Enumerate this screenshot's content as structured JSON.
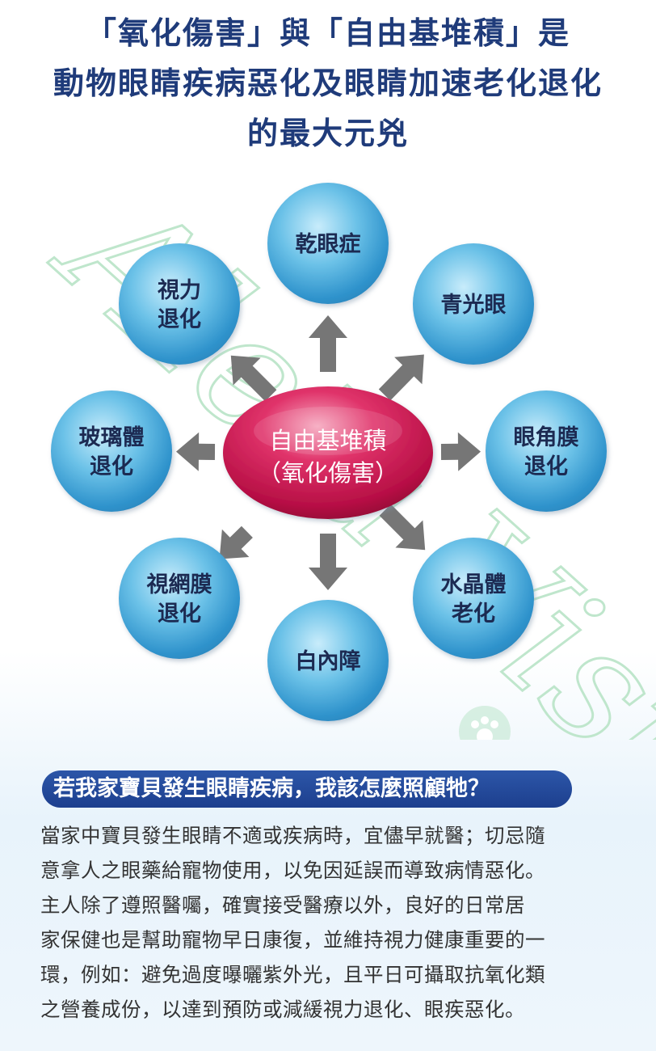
{
  "title": {
    "line1": "「氧化傷害」與「自由基堆積」是",
    "line2": "動物眼睛疾病惡化及眼睛加速老化退化",
    "line3": "的最大元兇"
  },
  "center": {
    "line1": "自由基堆積",
    "line2": "（氧化傷害）"
  },
  "nodes": [
    {
      "lines": [
        "乾眼症"
      ]
    },
    {
      "lines": [
        "青光眼"
      ]
    },
    {
      "lines": [
        "眼角膜",
        "退化"
      ]
    },
    {
      "lines": [
        "水晶體",
        "老化"
      ]
    },
    {
      "lines": [
        "白內障"
      ]
    },
    {
      "lines": [
        "視網膜",
        "退化"
      ]
    },
    {
      "lines": [
        "玻璃體",
        "退化"
      ]
    },
    {
      "lines": [
        "視力",
        "退化"
      ]
    }
  ],
  "watermark": "Aleta Vision",
  "question": "若我家寶貝發生眼睛疾病，我該怎麼照顧牠？",
  "body": [
    "當家中寶貝發生眼睛不適或疾病時，宜儘早就醫；切忌隨",
    "意拿人之眼藥給寵物使用，以免因延誤而導致病情惡化。",
    "主人除了遵照醫囑，確實接受醫療以外，良好的日常居",
    "家保健也是幫助寵物早日康復，並維持視力健康重要的一",
    "環，例如：避免過度曝曬紫外光，且平日可攝取抗氧化類",
    "之營養成份，以達到預防或減緩視力退化、眼疾惡化。"
  ],
  "colors": {
    "title": "#1f3b7a",
    "bubble": "#4fb0df",
    "center": "#c8154f",
    "arrow": "#767676",
    "question_bar": "#1d3f8e"
  }
}
